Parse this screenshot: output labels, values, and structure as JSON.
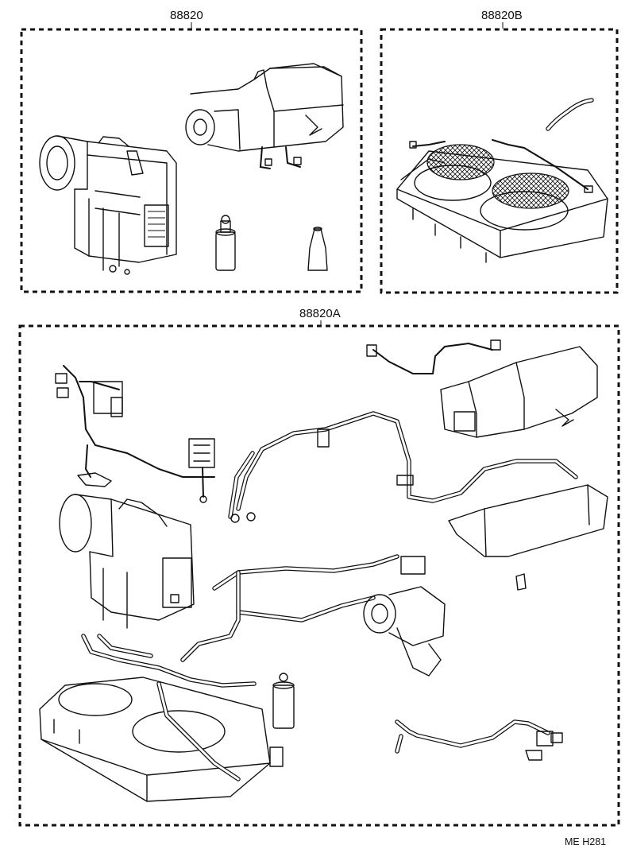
{
  "groups": [
    {
      "id": "g1",
      "label": "88820"
    },
    {
      "id": "g2",
      "label": "88820B"
    },
    {
      "id": "g3",
      "label": "88820A"
    }
  ],
  "footer": {
    "code": "ME  H281"
  }
}
